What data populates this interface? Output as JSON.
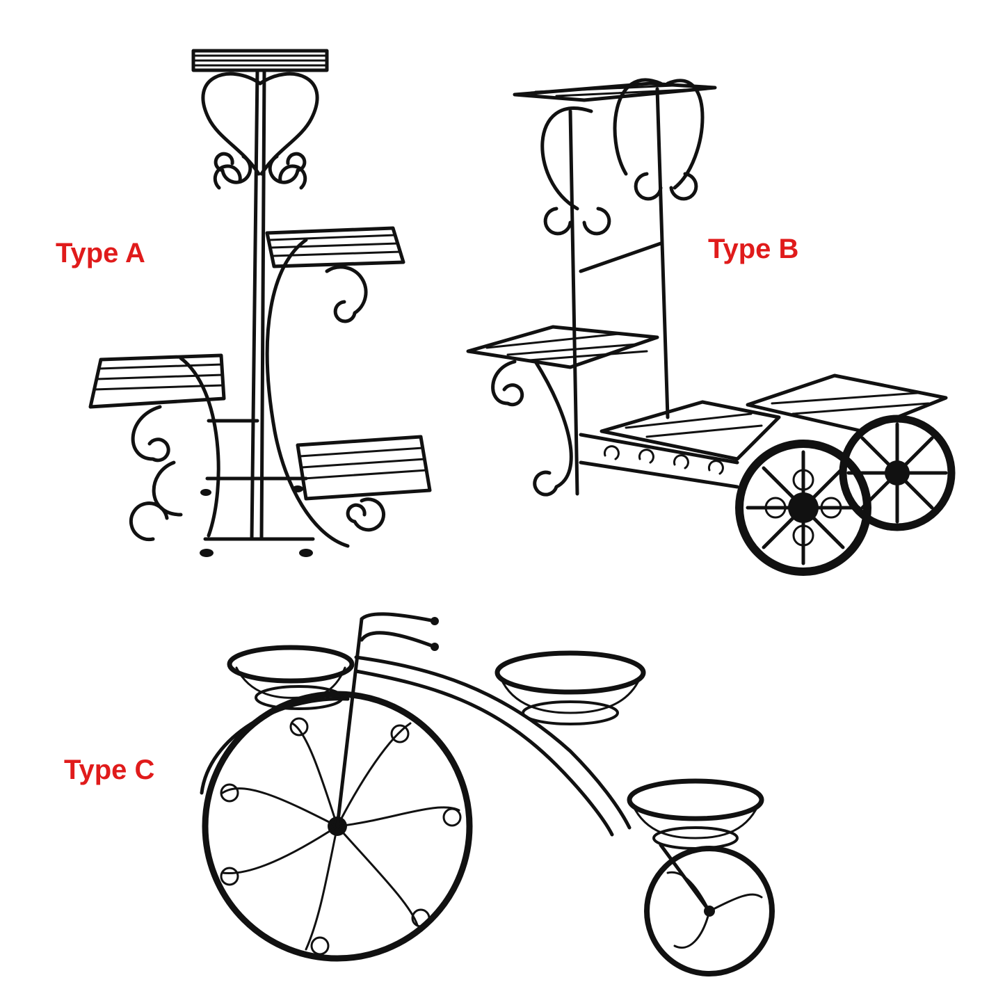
{
  "labels": {
    "type_a": "Type A",
    "type_b": "Type B",
    "type_c": "Type C"
  },
  "colors": {
    "label": "#e01b1b",
    "metal": "#111111",
    "background": "#ffffff"
  }
}
